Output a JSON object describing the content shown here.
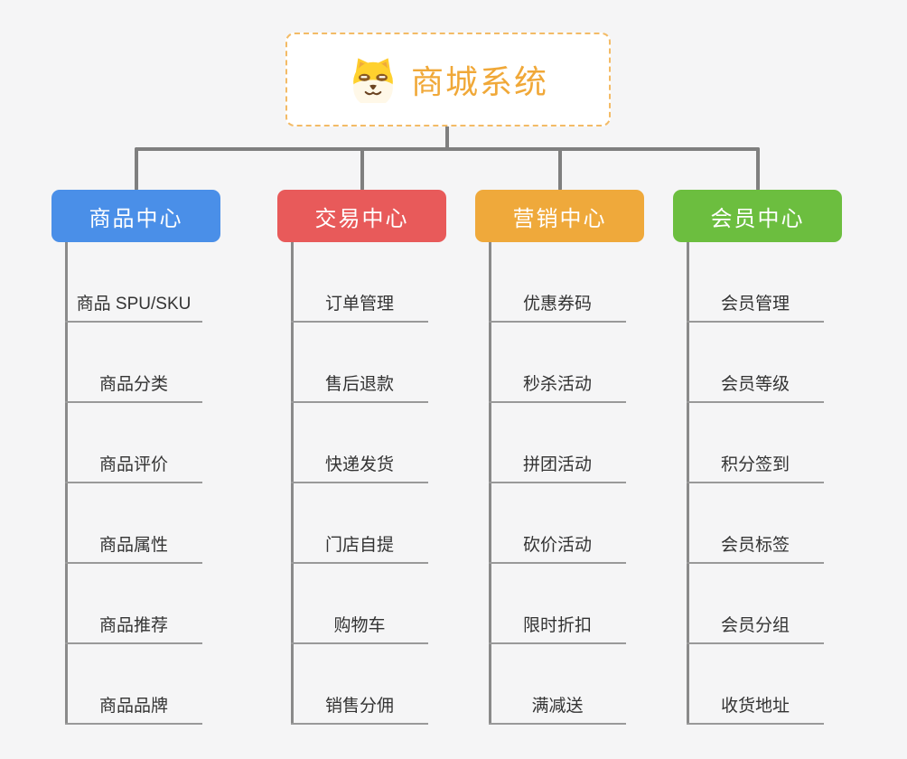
{
  "root": {
    "title": "商城系统",
    "icon": "dog-icon",
    "title_color": "#f0a838",
    "border_color": "#f3bb66",
    "background": "#ffffff"
  },
  "branches": [
    {
      "label": "商品中心",
      "color": "#4a8fe8",
      "items": [
        "商品 SPU/SKU",
        "商品分类",
        "商品评价",
        "商品属性",
        "商品推荐",
        "商品品牌"
      ]
    },
    {
      "label": "交易中心",
      "color": "#e85a5a",
      "items": [
        "订单管理",
        "售后退款",
        "快递发货",
        "门店自提",
        "购物车",
        "销售分佣"
      ]
    },
    {
      "label": "营销中心",
      "color": "#efa93b",
      "items": [
        "优惠券码",
        "秒杀活动",
        "拼团活动",
        "砍价活动",
        "限时折扣",
        "满减送"
      ]
    },
    {
      "label": "会员中心",
      "color": "#6cbe3f",
      "items": [
        "会员管理",
        "会员等级",
        "积分签到",
        "会员标签",
        "会员分组",
        "收货地址"
      ]
    }
  ],
  "colors": {
    "page_background": "#f5f5f6",
    "connector_line": "#7f7f7f",
    "item_underline": "#999999",
    "item_text": "#333333"
  }
}
